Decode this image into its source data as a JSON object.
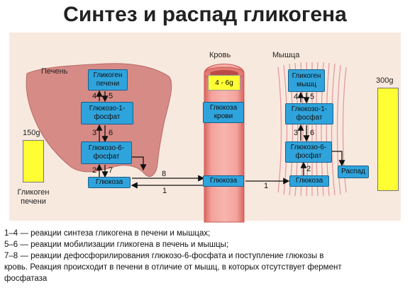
{
  "title": "Синтез и распад гликогена",
  "labels": {
    "liver": "Печень",
    "blood": "Кровь",
    "muscle": "Мышца"
  },
  "liver_boxes": {
    "glycogen": "Гликоген печени",
    "g1p": "Глюкозо-1-фосфат",
    "g6p": "Глюкозо-6-фосфат",
    "glucose": "Глюкоза"
  },
  "blood_boxes": {
    "amount": "4 - 6g",
    "blood_glucose": "Глюкоза крови",
    "glucose": "Глюкоза"
  },
  "muscle_boxes": {
    "glycogen": "Гликоген мышц",
    "g1p": "Глюкозо-1-фосфат",
    "g6p": "Глюкозо-6-фосфат",
    "glucose": "Глюкоза",
    "breakdown": "Распад"
  },
  "liver_numbers": {
    "n4": "4",
    "n5": "5",
    "n3": "3",
    "n6": "6",
    "n2": "2",
    "n7": "7"
  },
  "muscle_numbers": {
    "n4": "4",
    "n5": "5",
    "n3": "3",
    "n6": "6",
    "n2": "2"
  },
  "arrow_numbers": {
    "n8": "8",
    "n1_left": "1",
    "n1_right": "1"
  },
  "bars": {
    "liver_amount": "150g",
    "liver_caption": "Гликоген печени",
    "muscle_amount": "300g"
  },
  "legend": [
    "1–4 — реакции синтеза гликогена в печени и мышцах;",
    "5–6 — реакции мобилизации гликогена в печень и мышцы;",
    "7–8 — реакции дефосфорилирования глюкозо-6-фосфата и поступление глюкозы в",
    "кровь. Реакция происходит в печени в отличие от мышц, в которых отсутствует фермент",
    "фосфатаза"
  ],
  "colors": {
    "panel": "#f8e9de",
    "liver": "#d78b86",
    "vessel": "#e8827c",
    "box": "#2fa3dc",
    "bar": "#ffff33"
  }
}
